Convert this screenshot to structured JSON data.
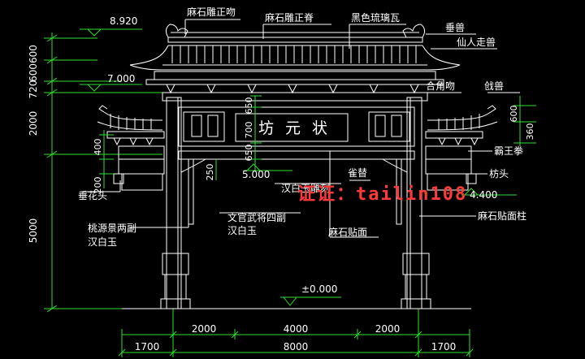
{
  "labels": {
    "ridge_top_finial": "麻石雕正吻",
    "main_ridge": "麻石雕正脊",
    "glazed_tile": "黑色琉璃瓦",
    "ridge_beast": "垂兽",
    "immortal_beasts": "仙人走兽",
    "corner_finial": "合角吻",
    "halberd_beast": "戗兽",
    "bawang_fist": "霸王拳",
    "queti": "雀替",
    "beam_end": "枋头",
    "hanging_flower": "垂花头",
    "white_jade_sculpture": "汉白玉雕刻",
    "taoyuan_scene_line1": "桃源景两副",
    "taoyuan_scene_line2": "汉白玉",
    "officials_line1": "文官武将四副",
    "officials_line2": "汉白玉",
    "granite_face": "麻石贴面",
    "granite_column": "麻石贴面柱",
    "plaque_text": "坊元状"
  },
  "elevations": {
    "top": "8.920",
    "eave": "7.000",
    "beam": "5.000",
    "side": "4.400",
    "ground": "±0.000"
  },
  "dimensions": {
    "left_600_600": "600600",
    "left_720": "720",
    "left_2000": "2000",
    "left_5000": "5000",
    "left_400": "400",
    "left_200": "200",
    "center_650_a": "650",
    "center_700": "700",
    "center_650_b": "650",
    "center_250": "250",
    "right_600": "600",
    "right_360": "360",
    "bottom_2000_a": "2000",
    "bottom_4000": "4000",
    "bottom_2000_b": "2000",
    "bottom_1700_a": "1700",
    "bottom_8000": "8000",
    "bottom_1700_b": "1700"
  },
  "watermark": "证证：tailin108",
  "colors": {
    "background": "#000000",
    "line_white": "#ffffff",
    "dimension_green": "#2fe02f",
    "accent_yellow": "#e6e600",
    "watermark_red": "#ff3a3a"
  }
}
